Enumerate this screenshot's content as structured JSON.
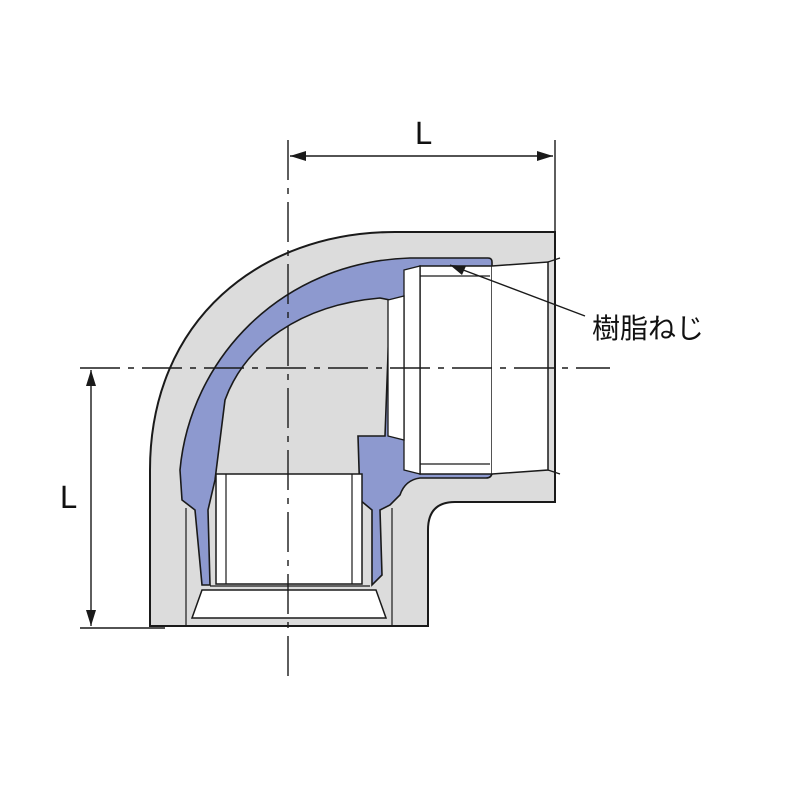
{
  "labels": {
    "dim_top": "L",
    "dim_left": "L",
    "callout": "樹脂ねじ"
  },
  "colors": {
    "body_fill": "#dcdcdc",
    "insert_fill": "#8d99cf",
    "line": "#1a1a1a"
  }
}
